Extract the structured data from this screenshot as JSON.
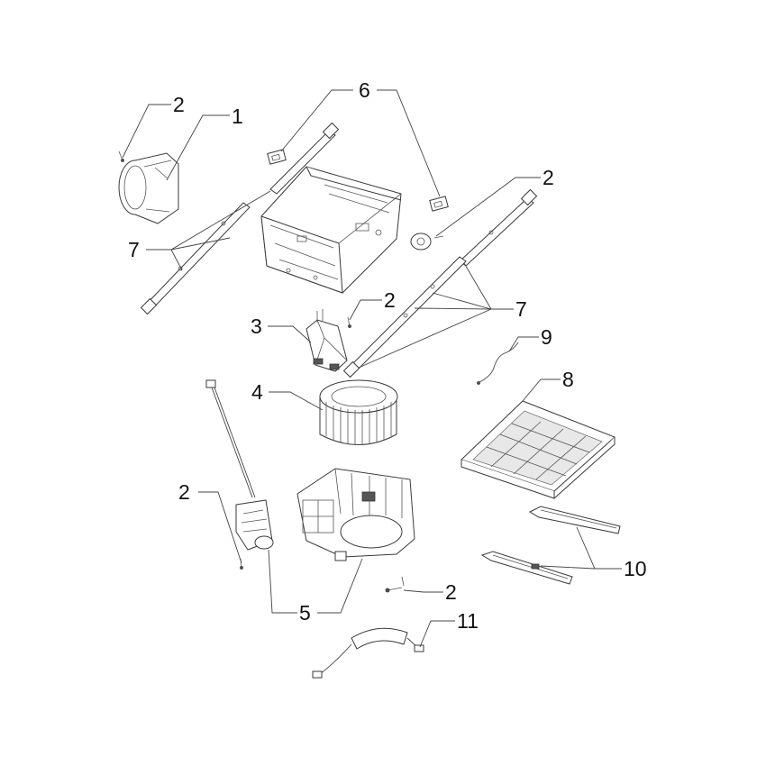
{
  "diagram": {
    "callouts": [
      {
        "id": "c2a",
        "text": "2"
      },
      {
        "id": "c1",
        "text": "1"
      },
      {
        "id": "c6",
        "text": "6"
      },
      {
        "id": "c2b",
        "text": "2"
      },
      {
        "id": "c7a",
        "text": "7"
      },
      {
        "id": "c2c",
        "text": "2"
      },
      {
        "id": "c3",
        "text": "3"
      },
      {
        "id": "c7b",
        "text": "7"
      },
      {
        "id": "c9",
        "text": "9"
      },
      {
        "id": "c8",
        "text": "8"
      },
      {
        "id": "c4",
        "text": "4"
      },
      {
        "id": "c2d",
        "text": "2"
      },
      {
        "id": "c10",
        "text": "10"
      },
      {
        "id": "c2e",
        "text": "2"
      },
      {
        "id": "c5",
        "text": "5"
      },
      {
        "id": "c11",
        "text": "11"
      }
    ]
  }
}
